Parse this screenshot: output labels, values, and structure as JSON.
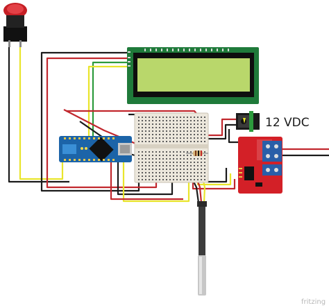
{
  "labels": {
    "power_supply": "12 VDC",
    "watermark": "fritzing"
  },
  "colors": {
    "wire_black": "#1a1a1a",
    "wire_red": "#c1272d",
    "wire_yellow": "#e9e52b",
    "wire_green": "#2c9a3c",
    "arduino_pcb": "#1c64a8",
    "lcd_pcb": "#1f7a3a",
    "lcd_screen": "#b9d76b",
    "driver_pcb": "#d32027",
    "breadboard": "#ece7dc",
    "button_red": "#d9262c"
  },
  "components": [
    "push-button",
    "lcd-16x2",
    "arduino-nano",
    "breadboard",
    "dc-jack",
    "mosfet-driver",
    "temperature-probe"
  ]
}
